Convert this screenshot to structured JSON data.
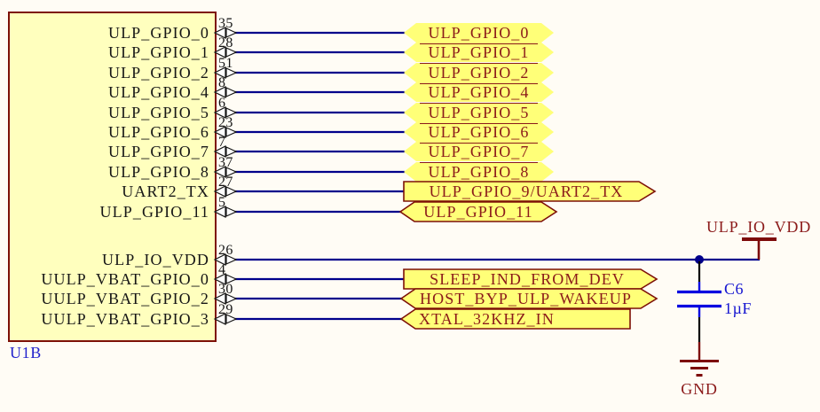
{
  "component": {
    "designator": "U1B",
    "pins": [
      {
        "number": "35",
        "name": "ULP_GPIO_0"
      },
      {
        "number": "28",
        "name": "ULP_GPIO_1"
      },
      {
        "number": "51",
        "name": "ULP_GPIO_2"
      },
      {
        "number": "8",
        "name": "ULP_GPIO_4"
      },
      {
        "number": "6",
        "name": "ULP_GPIO_5"
      },
      {
        "number": "23",
        "name": "ULP_GPIO_6"
      },
      {
        "number": "7",
        "name": "ULP_GPIO_7"
      },
      {
        "number": "37",
        "name": "ULP_GPIO_8"
      },
      {
        "number": "27",
        "name": "UART2_TX"
      },
      {
        "number": "5",
        "name": "ULP_GPIO_11"
      },
      {
        "number": "26",
        "name": "ULP_IO_VDD"
      },
      {
        "number": "4",
        "name": "UULP_VBAT_GPIO_0"
      },
      {
        "number": "30",
        "name": "UULP_VBAT_GPIO_2"
      },
      {
        "number": "29",
        "name": "UULP_VBAT_GPIO_3"
      }
    ]
  },
  "ports": [
    {
      "label": "ULP_GPIO_0"
    },
    {
      "label": "ULP_GPIO_1"
    },
    {
      "label": "ULP_GPIO_2"
    },
    {
      "label": "ULP_GPIO_4"
    },
    {
      "label": "ULP_GPIO_5"
    },
    {
      "label": "ULP_GPIO_6"
    },
    {
      "label": "ULP_GPIO_7"
    },
    {
      "label": "ULP_GPIO_8"
    },
    {
      "label": "ULP_GPIO_9/UART2_TX"
    },
    {
      "label": "ULP_GPIO_11"
    },
    {
      "label": "SLEEP_IND_FROM_DEV"
    },
    {
      "label": "HOST_BYP_ULP_WAKEUP"
    },
    {
      "label": "XTAL_32KHZ_IN"
    }
  ],
  "power": {
    "rail": "ULP_IO_VDD",
    "ground": "GND"
  },
  "capacitor": {
    "designator": "C6",
    "value": "1µF"
  },
  "colors": {
    "background": "#FFFCF5",
    "component-fill": "#FFFFBE",
    "component-border": "#7D1007",
    "wire": "#00008B",
    "pin-text": "#161616",
    "port-fill": "#FFFF78",
    "port-border": "#7D1007",
    "port-text": "#8B1A1A",
    "power-symbol": "#7D0A0A",
    "power-text": "#8B1A1A",
    "designator-text": "#2222CC",
    "cap-symbol": "#0000E0",
    "cap-text": "#1515D0",
    "black-wire": "#000000"
  }
}
